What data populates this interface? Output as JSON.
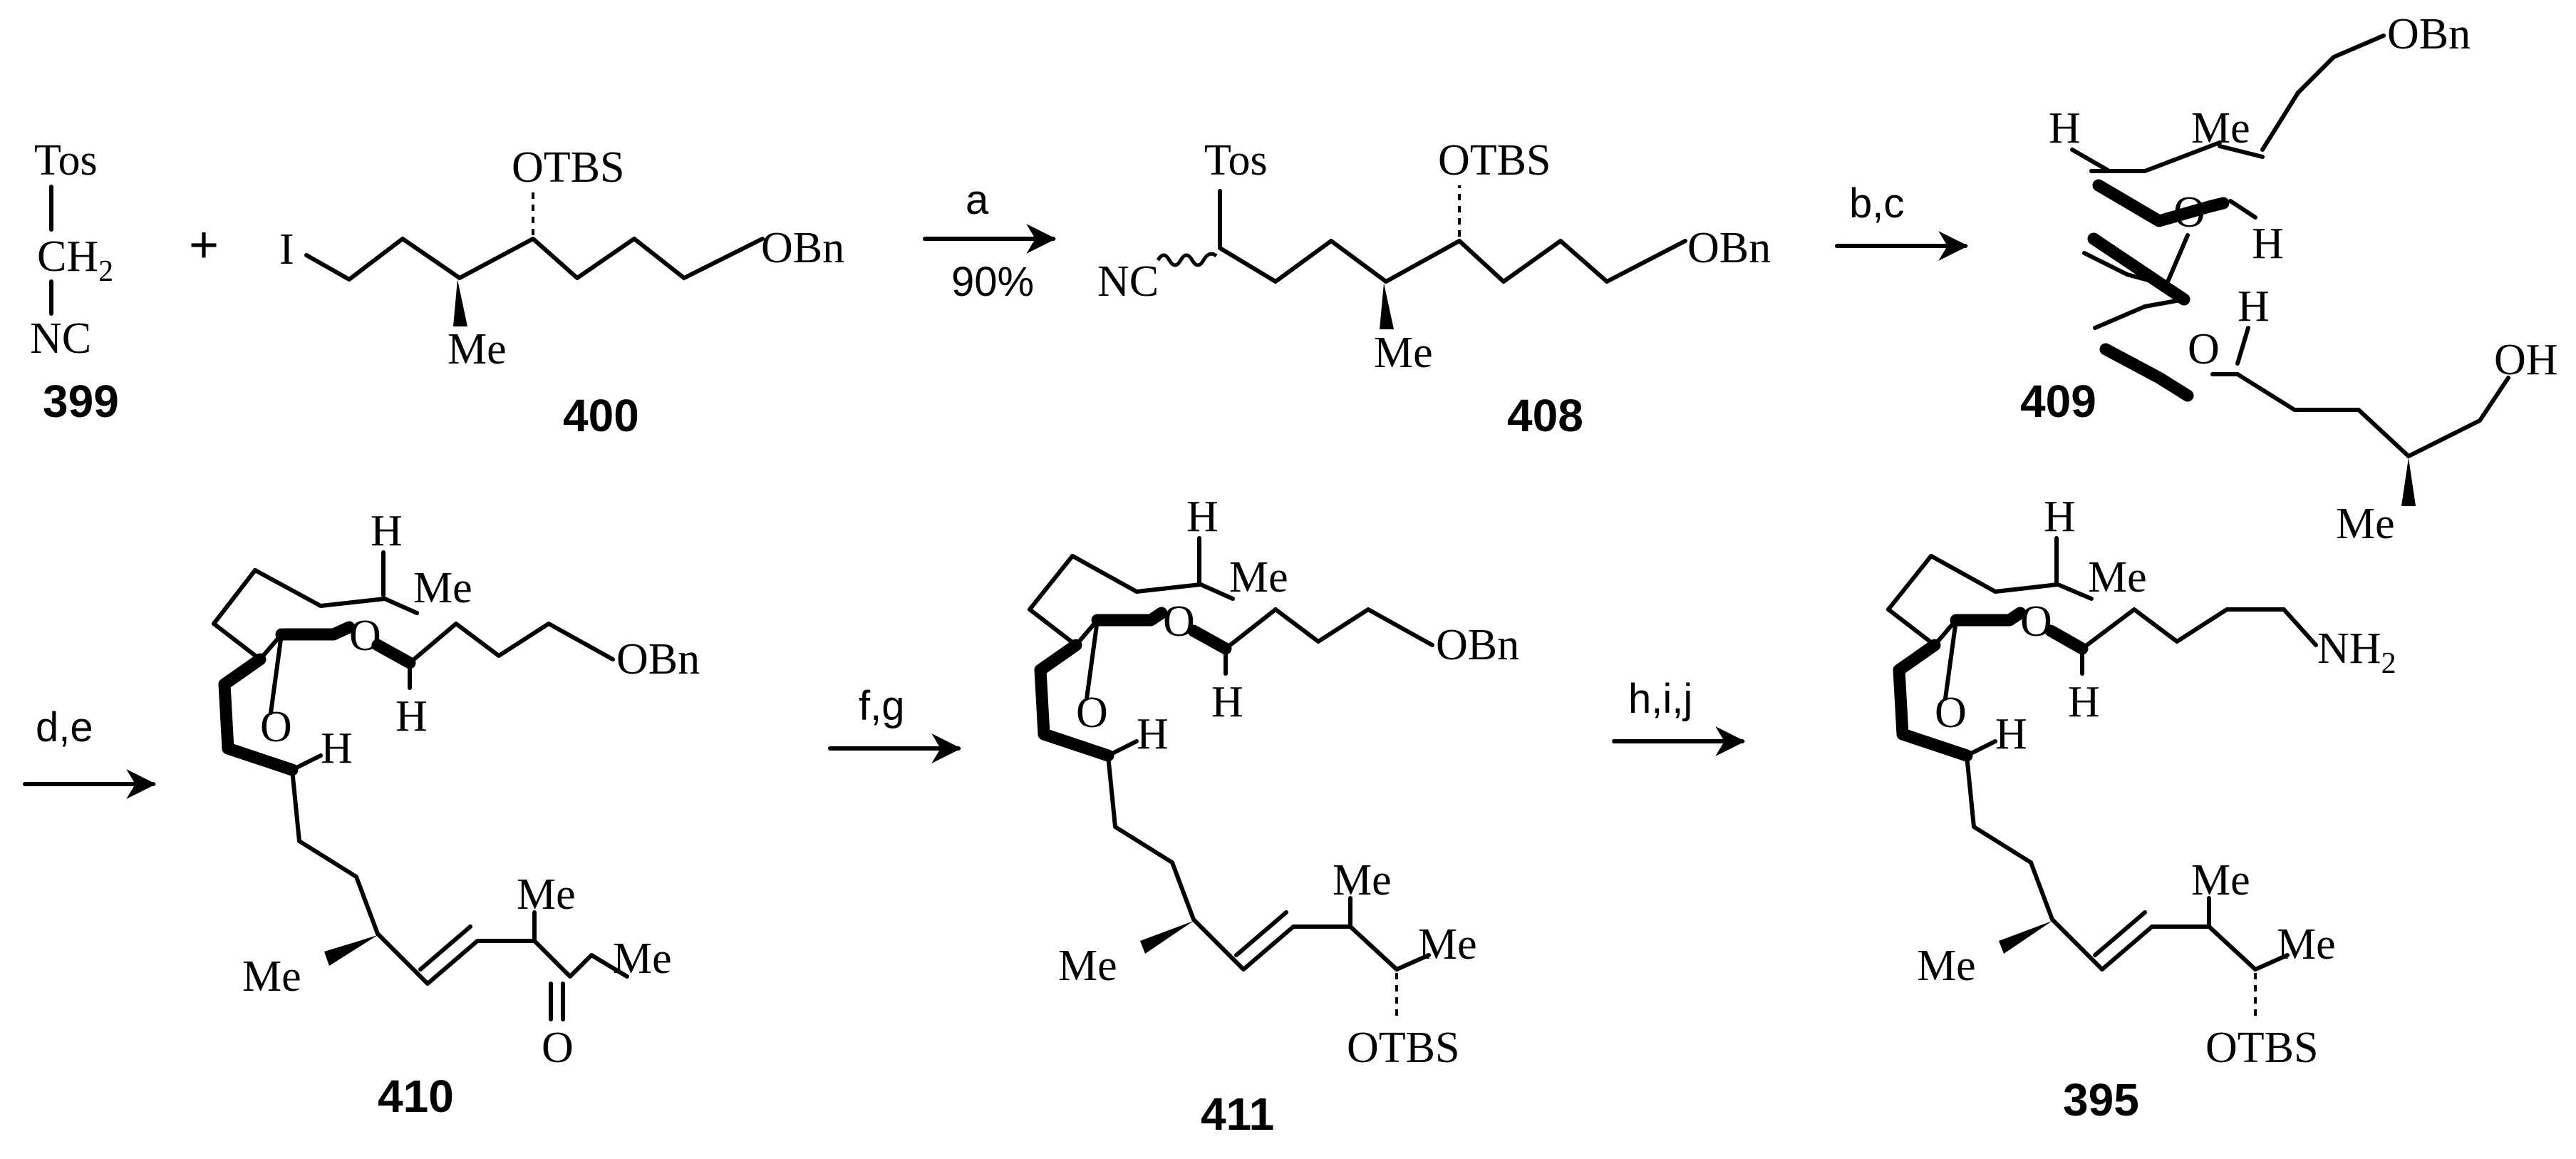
{
  "scheme": {
    "compounds": [
      {
        "id": "399",
        "atoms": {
          "tos": "Tos",
          "ch": "CH",
          "sub2": "2",
          "nc": "NC"
        }
      },
      {
        "id": "400",
        "atoms": {
          "iodo": "I",
          "otbs": "OTBS",
          "me": "Me",
          "obn": "OBn"
        }
      },
      {
        "id": "408",
        "atoms": {
          "tos": "Tos",
          "nc": "NC",
          "otbs": "OTBS",
          "me": "Me",
          "obn": "OBn"
        }
      },
      {
        "id": "409",
        "atoms": {
          "h1": "H",
          "me": "Me",
          "o1": "O",
          "h2": "H",
          "h3": "H",
          "o2": "O",
          "obn": "OBn",
          "oh": "OH",
          "me2": "Me"
        }
      },
      {
        "id": "410",
        "atoms": {
          "h1": "H",
          "me": "Me",
          "o1": "O",
          "h2": "H",
          "o2": "O",
          "h3": "H",
          "obn": "OBn",
          "me2": "Me",
          "me3": "Me",
          "me4": "Me",
          "o3": "O"
        }
      },
      {
        "id": "411",
        "atoms": {
          "h1": "H",
          "me": "Me",
          "o1": "O",
          "h2": "H",
          "o2": "O",
          "h3": "H",
          "obn": "OBn",
          "me2": "Me",
          "me3": "Me",
          "me4": "Me",
          "otbs": "OTBS"
        }
      },
      {
        "id": "395",
        "atoms": {
          "h1": "H",
          "me": "Me",
          "o1": "O",
          "h2": "H",
          "o2": "O",
          "h3": "H",
          "nh": "NH",
          "sub2": "2",
          "me2": "Me",
          "me3": "Me",
          "me4": "Me",
          "otbs": "OTBS"
        }
      }
    ],
    "plus": "+",
    "arrows": [
      {
        "label": "a",
        "yield": "90%"
      },
      {
        "label": "b,c"
      },
      {
        "label": "d,e"
      },
      {
        "label": "f,g"
      },
      {
        "label": "h,i,j"
      }
    ]
  }
}
